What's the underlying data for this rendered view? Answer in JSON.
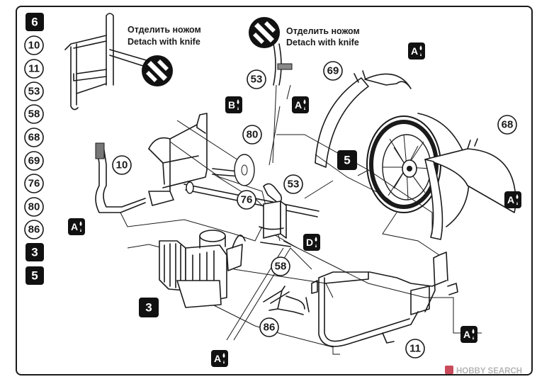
{
  "step_index": [
    "6",
    "10",
    "11",
    "53",
    "58",
    "68",
    "69",
    "76",
    "80",
    "86",
    "3",
    "5"
  ],
  "notes": {
    "left_ru": "Отделить ножом",
    "left_en": "Detach with knife",
    "right_ru": "Отделить ножом",
    "right_en": "Detach with knife"
  },
  "callouts": {
    "c53_top": "53",
    "c69": "69",
    "c68": "68",
    "c80": "80",
    "c10": "10",
    "c76": "76",
    "c53_mid": "53",
    "c58": "58",
    "c86": "86",
    "c11": "11"
  },
  "glue_marks": {
    "a_top": "A",
    "b": "B",
    "a_mid": "A",
    "a_left": "A",
    "d": "D",
    "a_right": "A",
    "a_bottom_right": "A",
    "a_bottom": "A"
  },
  "subassemblies": {
    "s5": "5",
    "s3": "3"
  },
  "watermark": "HOBBY SEARCH",
  "colors": {
    "ink": "#1a1a1a",
    "badge": "#111111",
    "watermark": "#b5b5b5",
    "watermark_logo": "#c94a5a"
  }
}
